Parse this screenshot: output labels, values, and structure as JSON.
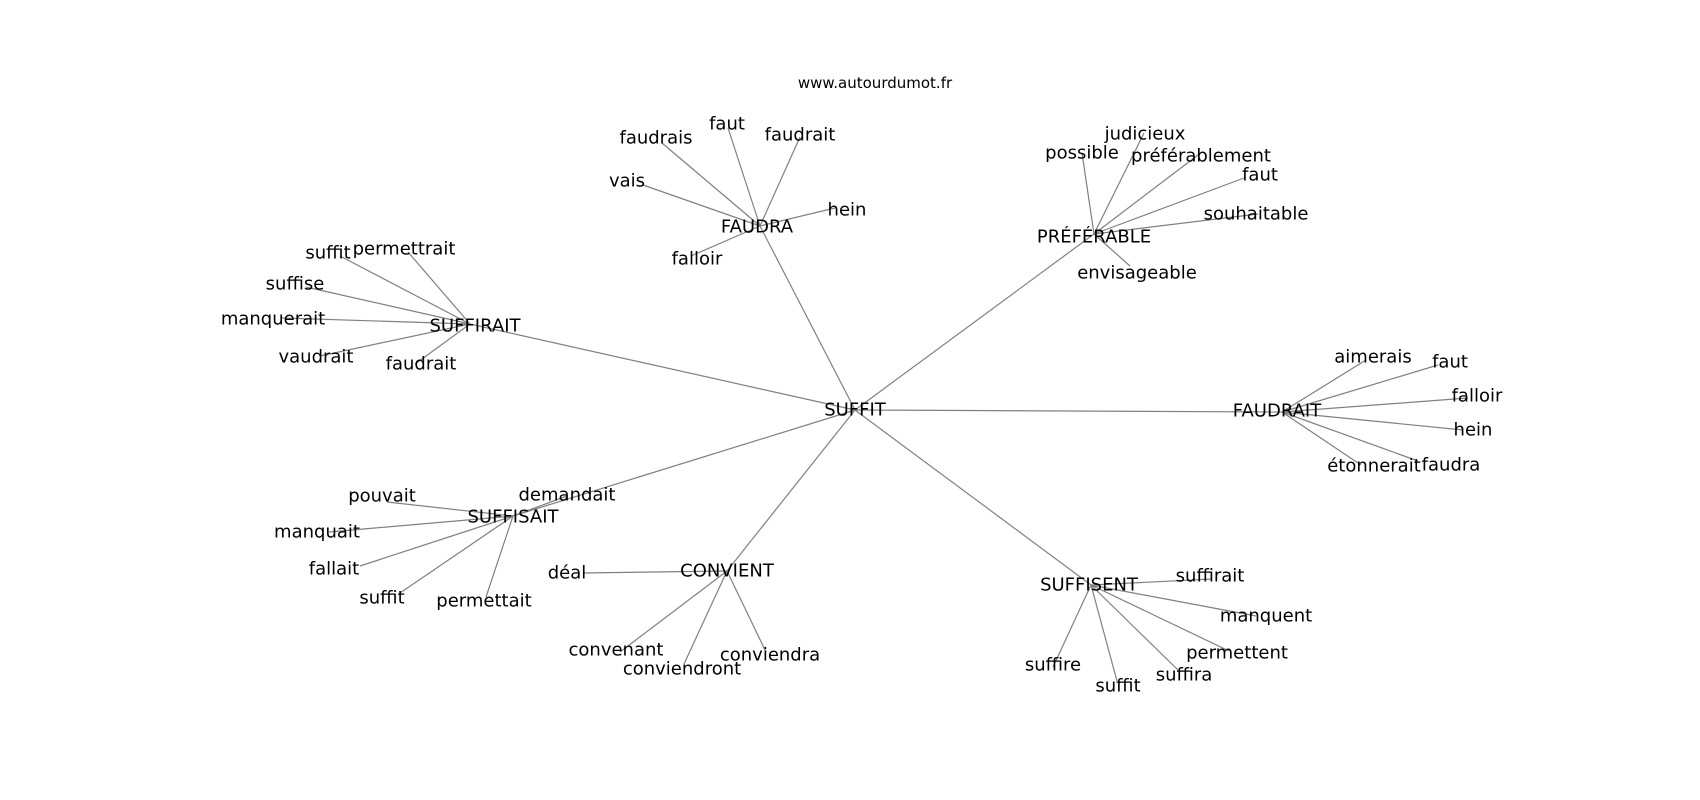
{
  "source": "www.autourdumot.fr",
  "center": "SUFFIT",
  "hubs": [
    {
      "id": "faudra",
      "label": "FAUDRA",
      "words": [
        "faudrais",
        "faut",
        "faudrait",
        "vais",
        "hein",
        "falloir"
      ]
    },
    {
      "id": "preferable",
      "label": "PRÉFÉRABLE",
      "words": [
        "judicieux",
        "possible",
        "préférablement",
        "faut",
        "souhaitable",
        "envisageable"
      ]
    },
    {
      "id": "suffirait",
      "label": "SUFFIRAIT",
      "words": [
        "suffit",
        "permettrait",
        "suffise",
        "manquerait",
        "vaudrait",
        "faudrait"
      ]
    },
    {
      "id": "faudrait",
      "label": "FAUDRAIT",
      "words": [
        "aimerais",
        "faut",
        "falloir",
        "hein",
        "étonnerait",
        "faudra"
      ]
    },
    {
      "id": "suffisait",
      "label": "SUFFISAIT",
      "words": [
        "demandait",
        "pouvait",
        "manquait",
        "fallait",
        "suffit",
        "permettait"
      ]
    },
    {
      "id": "convient",
      "label": "CONVIENT",
      "words": [
        "déal",
        "convenant",
        "conviendront",
        "conviendra"
      ]
    },
    {
      "id": "suffisent",
      "label": "SUFFISENT",
      "words": [
        "suffirait",
        "manquent",
        "permettent",
        "suffira",
        "suffit",
        "suffire"
      ]
    }
  ]
}
